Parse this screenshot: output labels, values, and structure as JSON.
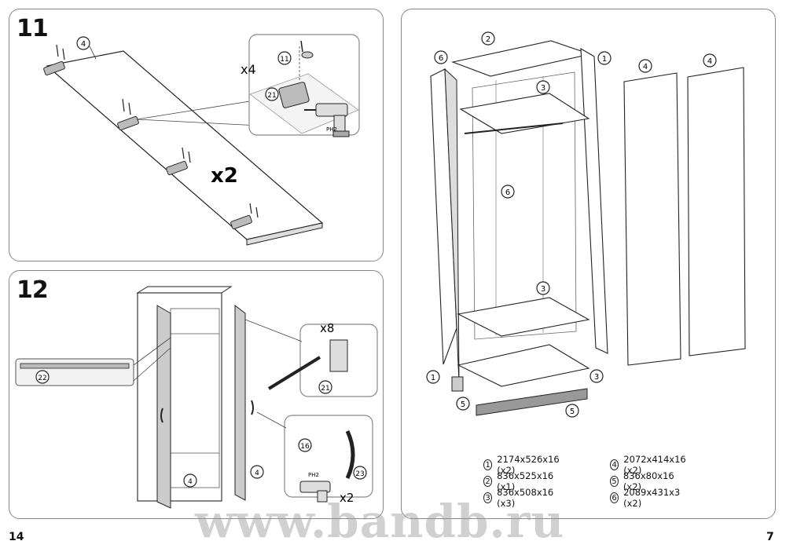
{
  "page_left": {
    "number": "14"
  },
  "page_right": {
    "number": "7"
  },
  "step11": {
    "number": "11",
    "part_label": "4",
    "mult_hinges": "x4",
    "mult_sides": "x2",
    "screw_label": "11",
    "hinge_label": "21",
    "tool_label": "PH2"
  },
  "step12": {
    "number": "12",
    "mult_plates": "x8",
    "mult_handles": "x2",
    "rail_label": "22",
    "plate_label": "21",
    "screw_label": "16",
    "handle_label": "23",
    "door_label_left": "4",
    "door_label_right": "4",
    "tool_label": "PH2"
  },
  "overview": {
    "labels": {
      "top": "2",
      "side_left_top": "6",
      "side_right_top": "1",
      "shelf_upper": "3",
      "back": "6",
      "shelf_lower": "3",
      "side_left_bottom": "1",
      "bottom_right": "3",
      "plinth_left": "5",
      "plinth_front": "5",
      "door_a": "4",
      "door_b": "4"
    }
  },
  "parts_legend": [
    {
      "id": "1",
      "text": "2174x526x16 (x2)"
    },
    {
      "id": "2",
      "text": "836x525x16 (x1)"
    },
    {
      "id": "3",
      "text": "836x508x16 (x3)"
    },
    {
      "id": "4",
      "text": "2072x414x16 (x2)"
    },
    {
      "id": "5",
      "text": "836x80x16 (x2)"
    },
    {
      "id": "6",
      "text": "2089x431x3 (x2)"
    }
  ],
  "watermark": "www.bandb.ru"
}
